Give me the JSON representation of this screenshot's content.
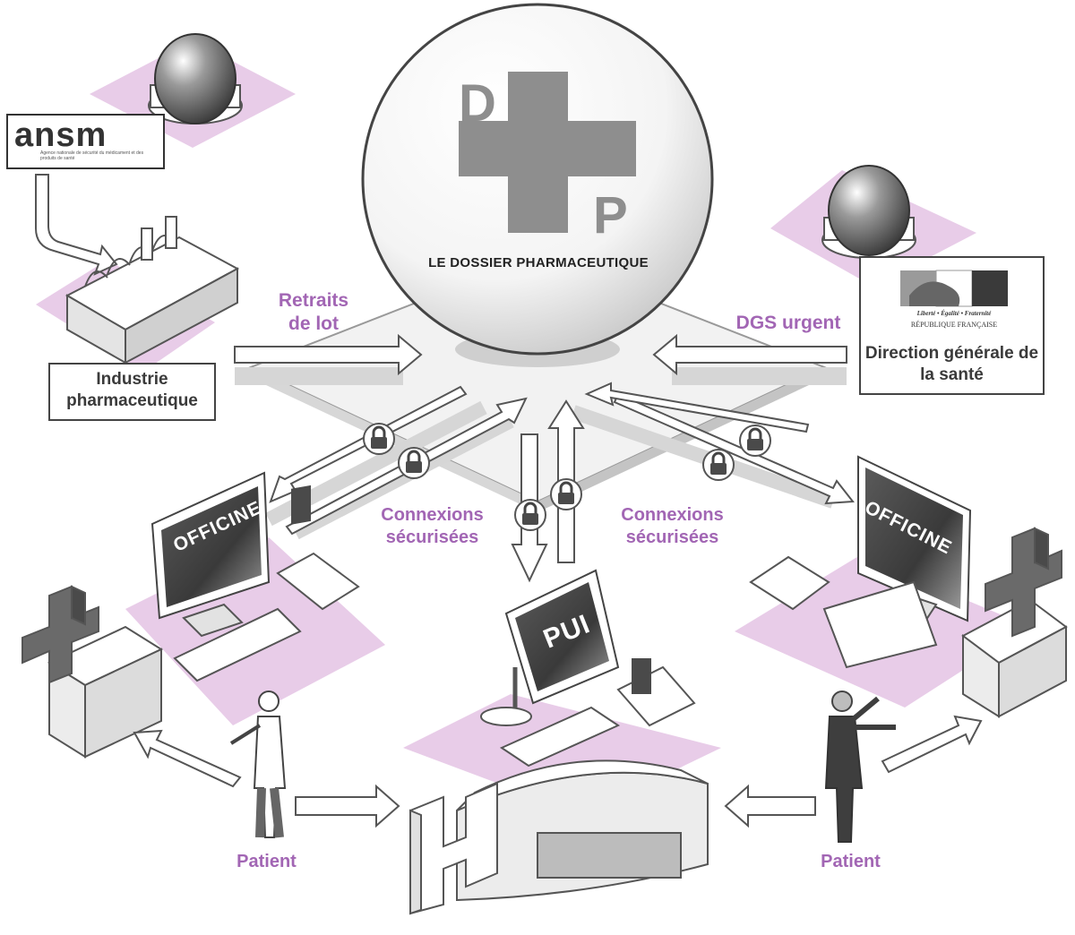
{
  "center": {
    "logo_letters": [
      "D",
      "P"
    ],
    "title": "LE DOSSIER PHARMACEUTIQUE"
  },
  "ansm": {
    "logo_text": "ansm",
    "subtitle": "Agence nationale de sécurité du médicament et des produits de santé"
  },
  "industry": {
    "label": "Industrie pharmaceutique",
    "flow_label": "Retraits de lot"
  },
  "dgs": {
    "motto": "Liberté • Égalité • Fraternité",
    "republic": "RÉPUBLIQUE FRANÇAISE",
    "label": "Direction générale de la santé",
    "flow_label": "DGS urgent"
  },
  "connections": {
    "left_label": "Connexions sécurisées",
    "right_label": "Connexions sécurisées"
  },
  "pharmacies": {
    "left_screen": "OFFICINE",
    "right_screen": "OFFICINE",
    "hospital_screen": "PUI"
  },
  "patients": {
    "left_label": "Patient",
    "right_label": "Patient"
  },
  "colors": {
    "accent_purple": "#a266b4",
    "platform_pink": "#e8cce8",
    "cross_gray": "#8e8e8e"
  }
}
